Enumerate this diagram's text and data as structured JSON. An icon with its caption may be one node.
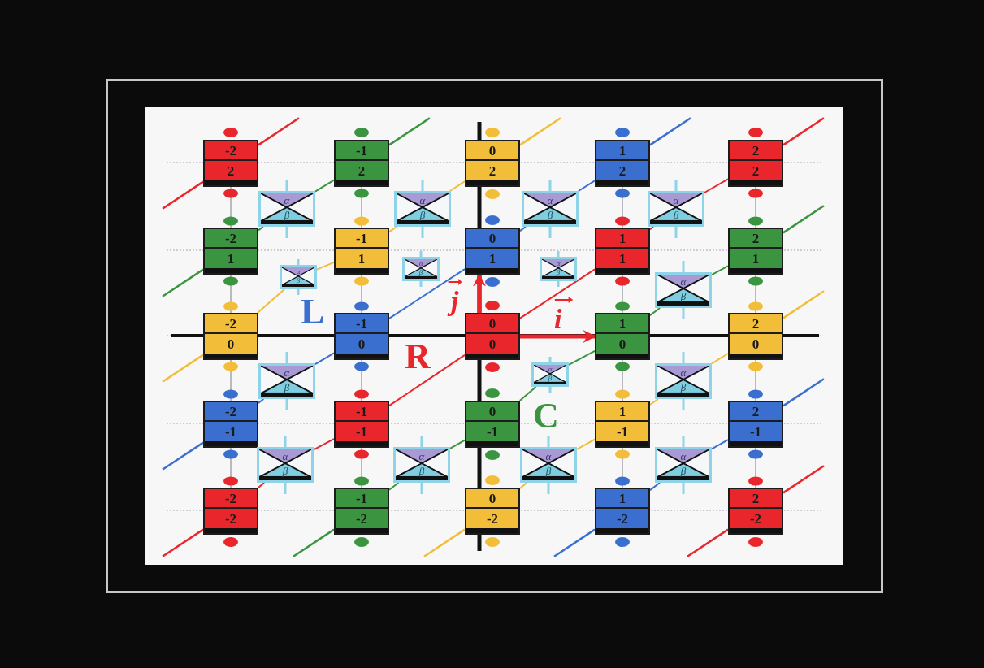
{
  "diagram": {
    "nodes": [
      {
        "text": [
          "-2",
          "2"
        ]
      },
      {
        "text": [
          "-1",
          "2"
        ]
      },
      {
        "text": [
          "0",
          "2"
        ]
      },
      {
        "text": [
          "1",
          "2"
        ]
      },
      {
        "text": [
          "2",
          "2"
        ]
      },
      {
        "text": [
          "α",
          "β"
        ]
      },
      {
        "text": [
          "α",
          "β"
        ]
      },
      {
        "text": [
          "α",
          "β"
        ]
      },
      {
        "text": [
          "α",
          "β"
        ]
      },
      {
        "text": [
          "-2",
          "1"
        ]
      },
      {
        "text": [
          "-1",
          "1"
        ]
      },
      {
        "text": [
          "0",
          "1"
        ]
      },
      {
        "text": [
          "1",
          "1"
        ]
      },
      {
        "text": [
          "2",
          "1"
        ]
      },
      {
        "text": [
          "α",
          "β"
        ]
      },
      {
        "text": [
          "α",
          "β"
        ]
      },
      {
        "text": [
          "α",
          "β"
        ]
      },
      {
        "text": [
          "α",
          "β"
        ]
      },
      {
        "text": [
          "-2",
          "0"
        ]
      },
      {
        "text": [
          "-1",
          "0"
        ]
      },
      {
        "text": [
          "0",
          "0"
        ]
      },
      {
        "text": [
          "1",
          "0"
        ]
      },
      {
        "text": [
          "2",
          "0"
        ]
      },
      {
        "text": [
          "α",
          "β"
        ]
      },
      {
        "text": [
          "α",
          "β"
        ]
      },
      {
        "text": [
          "α",
          "β"
        ]
      },
      {
        "text": [
          "-2",
          "-1"
        ]
      },
      {
        "text": [
          "-1",
          "-1"
        ]
      },
      {
        "text": [
          "0",
          "-1"
        ]
      },
      {
        "text": [
          "1",
          "-1"
        ]
      },
      {
        "text": [
          "2",
          "-1"
        ]
      },
      {
        "text": [
          "α",
          "β"
        ]
      },
      {
        "text": [
          "α",
          "β"
        ]
      },
      {
        "text": [
          "α",
          "β"
        ]
      },
      {
        "text": [
          "α",
          "β"
        ]
      },
      {
        "text": [
          "-2",
          "-2"
        ]
      },
      {
        "text": [
          "-1",
          "-2"
        ]
      },
      {
        "text": [
          "0",
          "-2"
        ]
      },
      {
        "text": [
          "1",
          "-2"
        ]
      },
      {
        "text": [
          "2",
          "-2"
        ]
      }
    ],
    "edges": [
      {
        "from": 0,
        "to": 9,
        "arrow": "other"
      },
      {
        "from": 9,
        "to": 18,
        "arrow": "other"
      },
      {
        "from": 18,
        "to": 26,
        "arrow": "other"
      },
      {
        "from": 26,
        "to": 35,
        "arrow": "other"
      },
      {
        "from": 1,
        "to": 10,
        "arrow": "other"
      },
      {
        "from": 10,
        "to": 19,
        "arrow": "other"
      },
      {
        "from": 19,
        "to": 27,
        "arrow": "other"
      },
      {
        "from": 27,
        "to": 36,
        "arrow": "other"
      },
      {
        "from": 3,
        "to": 12,
        "arrow": "other"
      },
      {
        "from": 12,
        "to": 21,
        "arrow": "other"
      },
      {
        "from": 21,
        "to": 29,
        "arrow": "other"
      },
      {
        "from": 29,
        "to": 38,
        "arrow": "other"
      },
      {
        "from": 4,
        "to": 13,
        "arrow": "other"
      },
      {
        "from": 13,
        "to": 22,
        "arrow": "other"
      },
      {
        "from": 22,
        "to": 30,
        "arrow": "other"
      },
      {
        "from": 30,
        "to": 39,
        "arrow": "other"
      },
      {
        "from": 35,
        "to": 31,
        "arrow": "none",
        "color": "#e8262b"
      },
      {
        "from": 31,
        "to": 27,
        "arrow": "none",
        "color": "#e8262b"
      },
      {
        "from": 36,
        "to": 32,
        "arrow": "none",
        "color": "#3b9440"
      },
      {
        "from": 32,
        "to": 28,
        "arrow": "none",
        "color": "#3b9440"
      },
      {
        "from": 37,
        "to": 33,
        "arrow": "none",
        "color": "#f2bd38"
      },
      {
        "from": 33,
        "to": 29,
        "arrow": "none",
        "color": "#f2bd38"
      },
      {
        "from": 38,
        "to": 34,
        "arrow": "none",
        "color": "#3a6fd0"
      },
      {
        "from": 34,
        "to": 30,
        "arrow": "none",
        "color": "#3a6fd0"
      },
      {
        "from": 26,
        "to": 23,
        "arrow": "none",
        "color": "#3a6fd0"
      },
      {
        "from": 23,
        "to": 19,
        "arrow": "none",
        "color": "#3a6fd0"
      },
      {
        "from": 27,
        "to": 20,
        "arrow": "none",
        "color": "#e8262b"
      },
      {
        "from": 28,
        "to": 24,
        "arrow": "none",
        "color": "#3b9440"
      },
      {
        "from": 24,
        "to": 21,
        "arrow": "none",
        "color": "#3b9440"
      },
      {
        "from": 29,
        "to": 25,
        "arrow": "none",
        "color": "#f2bd38"
      },
      {
        "from": 25,
        "to": 22,
        "arrow": "none",
        "color": "#f2bd38"
      },
      {
        "from": 18,
        "to": 14,
        "arrow": "none",
        "color": "#f2bd38"
      },
      {
        "from": 14,
        "to": 10,
        "arrow": "none",
        "color": "#f2bd38"
      },
      {
        "from": 19,
        "to": 11,
        "arrow": "none",
        "color": "#3a6fd0"
      },
      {
        "from": 20,
        "to": 12,
        "arrow": "none",
        "color": "#e8262b"
      },
      {
        "from": 21,
        "to": 17,
        "arrow": "none",
        "color": "#3b9440"
      },
      {
        "from": 17,
        "to": 13,
        "arrow": "none",
        "color": "#3b9440"
      },
      {
        "from": 9,
        "to": 5,
        "arrow": "none",
        "color": "#3b9440"
      },
      {
        "from": 5,
        "to": 1,
        "arrow": "none",
        "color": "#3b9440"
      },
      {
        "from": 10,
        "to": 6,
        "arrow": "none",
        "color": "#f2bd38"
      },
      {
        "from": 6,
        "to": 2,
        "arrow": "none",
        "color": "#f2bd38"
      },
      {
        "from": 11,
        "to": 7,
        "arrow": "none",
        "color": "#3a6fd0"
      },
      {
        "from": 7,
        "to": 3,
        "arrow": "none",
        "color": "#3a6fd0"
      },
      {
        "from": 12,
        "to": 8,
        "arrow": "none",
        "color": "#e8262b"
      },
      {
        "from": 8,
        "to": 4,
        "arrow": "none",
        "color": "#e8262b"
      },
      {
        "from": 20,
        "to": 21,
        "arrow": "to",
        "label": "i",
        "style": "thick",
        "color": "#e8262b"
      },
      {
        "from": 20,
        "to": 11,
        "arrow": "to",
        "label": "j",
        "style": "thick",
        "color": "#e8262b"
      }
    ],
    "labels": [
      "L",
      "R",
      "C"
    ]
  }
}
